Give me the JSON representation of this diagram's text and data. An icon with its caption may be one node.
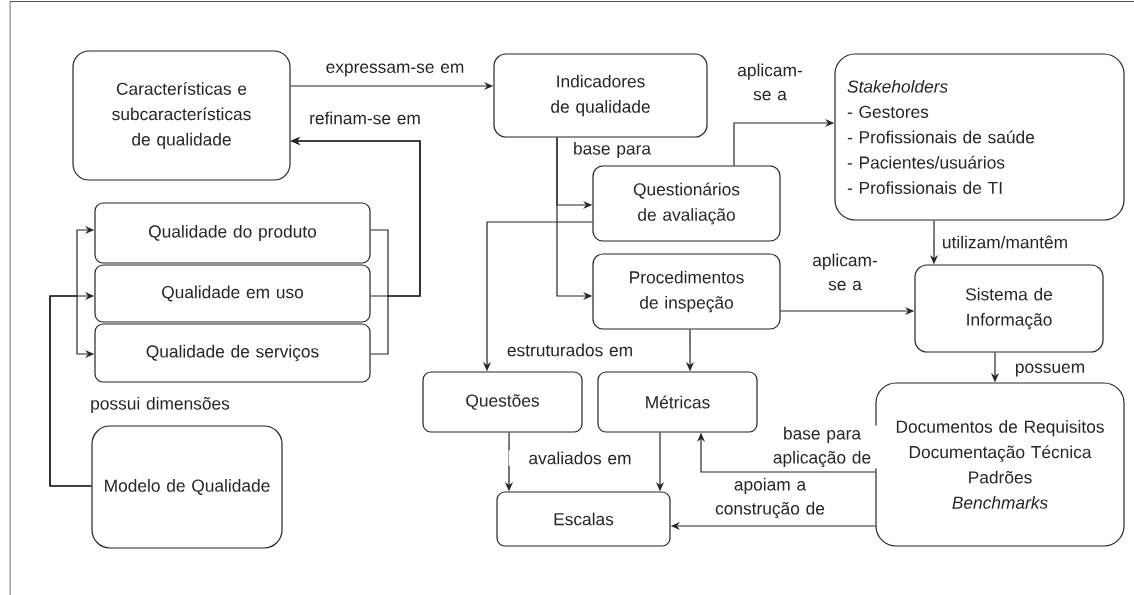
{
  "diagram": {
    "nodes": [
      {
        "text": [
          "Características e subcaracterísticas de qualidade"
        ]
      },
      {
        "text": [
          "Indicadores de qualidade"
        ]
      },
      {
        "text": [
          "Stakeholders",
          "- Gestores",
          "- Profissionais de saúde",
          "- Pacientes/usuários",
          "- Profissionais de TI"
        ]
      },
      {
        "text": [
          "Qualidade do produto"
        ]
      },
      {
        "text": [
          "Qualidade em uso"
        ]
      },
      {
        "text": [
          "Qualidade de serviços"
        ]
      },
      {
        "text": [
          "Questionários de avaliação"
        ]
      },
      {
        "text": [
          "Procedimentos de inspeção"
        ]
      },
      {
        "text": [
          "Sistema de Informação"
        ]
      },
      {
        "text": [
          "Questões"
        ]
      },
      {
        "text": [
          "Métricas"
        ]
      },
      {
        "text": [
          "Modelo de Qualidade"
        ]
      },
      {
        "text": [
          "Documentos de Requisitos",
          "Documentação Técnica",
          "Padrões",
          "Benchmarks"
        ]
      },
      {
        "text": [
          "Escalas"
        ]
      }
    ],
    "edges": [
      {
        "from": 0,
        "to": 1,
        "arrow": "to",
        "label": "expressam-se em"
      },
      {
        "from": 4,
        "to": 0,
        "arrow": "to",
        "label": "refinam-se em"
      },
      {
        "from": 3,
        "to": 0,
        "arrow": "to"
      },
      {
        "from": 5,
        "to": 0,
        "arrow": "to"
      },
      {
        "from": 11,
        "to": 4,
        "arrow": "to",
        "label": "possui dimensões"
      },
      {
        "from": 11,
        "to": 3,
        "arrow": "to"
      },
      {
        "from": 11,
        "to": 5,
        "arrow": "to"
      },
      {
        "from": 1,
        "to": 6,
        "arrow": "to",
        "label": "base para"
      },
      {
        "from": 1,
        "to": 7,
        "arrow": "to"
      },
      {
        "from": 6,
        "to": 2,
        "arrow": "to",
        "label": "aplicam-se a"
      },
      {
        "from": 6,
        "to": 9,
        "arrow": "to",
        "label": "estruturados em"
      },
      {
        "from": 7,
        "to": 8,
        "arrow": "to",
        "label": "aplicam-se a"
      },
      {
        "from": 7,
        "to": 10,
        "arrow": "to"
      },
      {
        "from": 2,
        "to": 8,
        "arrow": "to",
        "label": "utilizam/mantêm"
      },
      {
        "from": 8,
        "to": 12,
        "arrow": "to",
        "label": "possuem"
      },
      {
        "from": 9,
        "to": 13,
        "arrow": "to",
        "label": "avaliados em"
      },
      {
        "from": 10,
        "to": 13,
        "arrow": "to"
      },
      {
        "from": 12,
        "to": 10,
        "arrow": "to",
        "label": "base para aplicação de"
      },
      {
        "from": 12,
        "to": 13,
        "arrow": "to",
        "label": "apoiam a construção de"
      }
    ]
  }
}
